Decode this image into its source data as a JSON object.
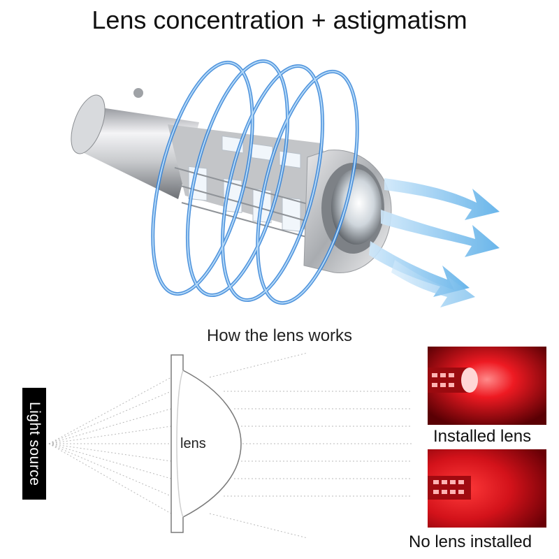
{
  "title": "Lens concentration + astigmatism",
  "bulb": {
    "icon": "led-bulb-icon"
  },
  "diagram": {
    "subtitle": "How the lens works",
    "light_source_label": "Light source",
    "lens_label": "lens"
  },
  "comparison": {
    "installed_caption": "Installed lens",
    "no_lens_caption": "No lens installed"
  },
  "colors": {
    "wave_blue": "#2f7fd6",
    "arrow_blue": "#8ec7ef",
    "red_glow": "#e0141c",
    "lens_outline": "#7a7a7a"
  }
}
